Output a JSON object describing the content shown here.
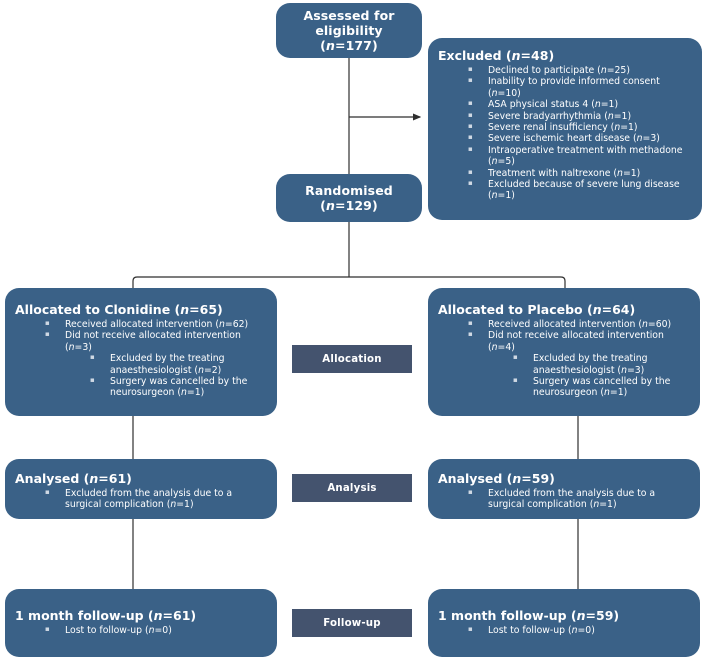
{
  "colors": {
    "box_fill": "#3a6187",
    "stage_fill": "#44536e",
    "line": "#3a3a3a",
    "text": "#ffffff",
    "background": "#ffffff"
  },
  "nodes": {
    "assessed": {
      "line1": "Assessed for",
      "line2": "eligibility",
      "line3": "(n=177)",
      "n": 177
    },
    "excluded": {
      "heading": "Excluded (n=48)",
      "n": 48,
      "items": [
        "Declined to participate (n=25)",
        "Inability to provide informed consent (n=10)",
        "ASA physical status 4 (n=1)",
        "Severe bradyarrhythmia (n=1)",
        "Severe renal insufficiency (n=1)",
        "Severe ischemic heart disease (n=3)",
        "Intraoperative treatment with methadone (n=5)",
        "Treatment with naltrexone (n=1)",
        "Excluded because of severe lung disease (n=1)"
      ]
    },
    "randomised": {
      "line1": "Randomised",
      "line2": "(n=129)",
      "n": 129
    },
    "allocation_left": {
      "heading": "Allocated to Clonidine (n=65)",
      "n": 65,
      "items": [
        "Received allocated intervention (n=62)",
        "Did not receive allocated intervention (n=3)"
      ],
      "subitems": [
        "Excluded by the treating anaesthesiologist (n=2)",
        "Surgery was cancelled by the neurosurgeon (n=1)"
      ]
    },
    "allocation_right": {
      "heading": "Allocated to Placebo (n=64)",
      "n": 64,
      "items": [
        "Received allocated intervention (n=60)",
        "Did not receive allocated intervention (n=4)"
      ],
      "subitems": [
        "Excluded by the treating anaesthesiologist (n=3)",
        "Surgery was cancelled by the neurosurgeon (n=1)"
      ]
    },
    "analysis_left": {
      "heading": "Analysed (n=61)",
      "n": 61,
      "items": [
        "Excluded from the analysis due to a surgical complication (n=1)"
      ]
    },
    "analysis_right": {
      "heading": "Analysed (n=59)",
      "n": 59,
      "items": [
        "Excluded from the analysis due to a surgical complication (n=1)"
      ]
    },
    "followup_left": {
      "heading": "1 month follow-up (n=61)",
      "n": 61,
      "items": [
        "Lost to follow-up (n=0)"
      ]
    },
    "followup_right": {
      "heading": "1 month follow-up (n=59)",
      "n": 59,
      "items": [
        "Lost to follow-up (n=0)"
      ]
    }
  },
  "stages": {
    "allocation": "Allocation",
    "analysis": "Analysis",
    "followup": "Follow-up"
  }
}
